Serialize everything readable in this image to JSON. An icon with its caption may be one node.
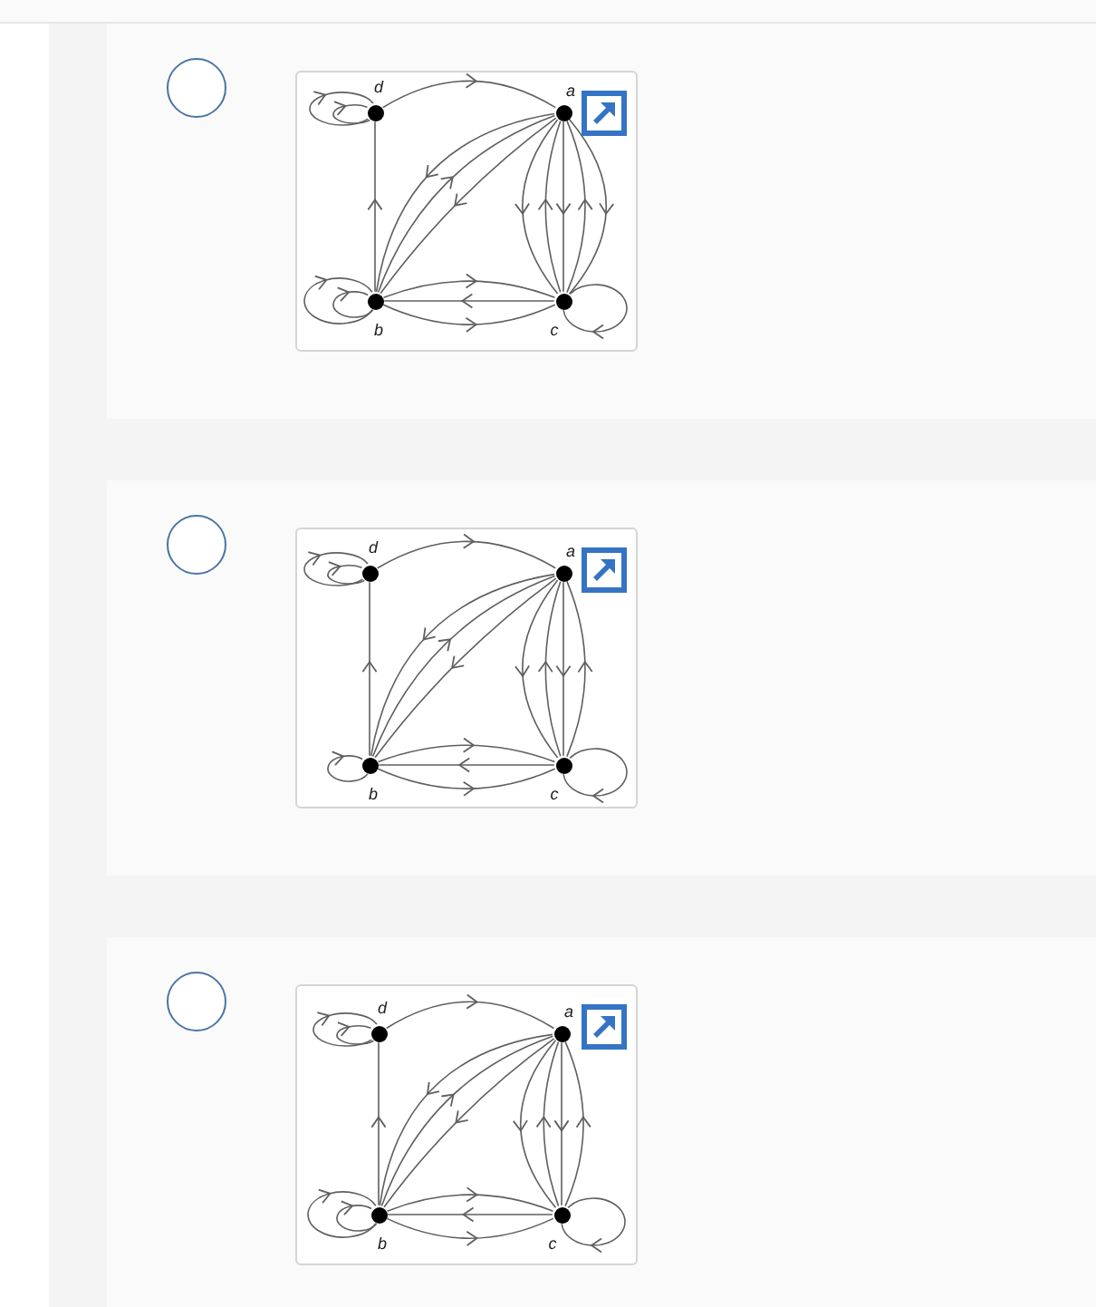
{
  "diagram": {
    "nodes": [
      {
        "text": [],
        "shape": "box"
      },
      {
        "text": [],
        "shape": "circle",
        "beside": [
          "d"
        ],
        "in": 0
      },
      {
        "text": [],
        "shape": "circle",
        "beside": [
          "a"
        ],
        "in": 0
      },
      {
        "text": [],
        "shape": "circle",
        "beside": [
          "b"
        ],
        "in": 0
      },
      {
        "text": [],
        "shape": "circle",
        "beside": [
          "c"
        ],
        "in": 0
      },
      {
        "text": [],
        "shape": "box"
      },
      {
        "text": [],
        "shape": "circle",
        "beside": [
          "d"
        ],
        "in": 5
      },
      {
        "text": [],
        "shape": "circle",
        "beside": [
          "a"
        ],
        "in": 5
      },
      {
        "text": [],
        "shape": "circle",
        "beside": [
          "b"
        ],
        "in": 5
      },
      {
        "text": [],
        "shape": "circle",
        "beside": [
          "c"
        ],
        "in": 5
      },
      {
        "text": [],
        "shape": "box"
      },
      {
        "text": [],
        "shape": "circle",
        "beside": [
          "d"
        ],
        "in": 10
      },
      {
        "text": [],
        "shape": "circle",
        "beside": [
          "a"
        ],
        "in": 10
      },
      {
        "text": [],
        "shape": "circle",
        "beside": [
          "b"
        ],
        "in": 10
      },
      {
        "text": [],
        "shape": "circle",
        "beside": [
          "c"
        ],
        "in": 10
      }
    ],
    "edges": [
      {
        "from": 1,
        "to": 1,
        "arrow": "to"
      },
      {
        "from": 1,
        "to": 1,
        "arrow": "to"
      },
      {
        "from": 1,
        "to": 2,
        "arrow": "to"
      },
      {
        "from": 2,
        "to": 3,
        "arrow": "to"
      },
      {
        "from": 3,
        "to": 2,
        "arrow": "to"
      },
      {
        "from": 2,
        "to": 3,
        "arrow": "to"
      },
      {
        "from": 2,
        "to": 4,
        "arrow": "to"
      },
      {
        "from": 4,
        "to": 2,
        "arrow": "to"
      },
      {
        "from": 2,
        "to": 4,
        "arrow": "to"
      },
      {
        "from": 4,
        "to": 2,
        "arrow": "to"
      },
      {
        "from": 2,
        "to": 4,
        "arrow": "to"
      },
      {
        "from": 3,
        "to": 1,
        "arrow": "to"
      },
      {
        "from": 3,
        "to": 3,
        "arrow": "to"
      },
      {
        "from": 3,
        "to": 3,
        "arrow": "to"
      },
      {
        "from": 3,
        "to": 4,
        "arrow": "to"
      },
      {
        "from": 4,
        "to": 3,
        "arrow": "to"
      },
      {
        "from": 3,
        "to": 4,
        "arrow": "to"
      },
      {
        "from": 4,
        "to": 4,
        "arrow": "to"
      },
      {
        "from": 6,
        "to": 6,
        "arrow": "to"
      },
      {
        "from": 6,
        "to": 6,
        "arrow": "to"
      },
      {
        "from": 6,
        "to": 7,
        "arrow": "to"
      },
      {
        "from": 7,
        "to": 8,
        "arrow": "to"
      },
      {
        "from": 8,
        "to": 7,
        "arrow": "to"
      },
      {
        "from": 7,
        "to": 8,
        "arrow": "to"
      },
      {
        "from": 7,
        "to": 9,
        "arrow": "to"
      },
      {
        "from": 9,
        "to": 7,
        "arrow": "to"
      },
      {
        "from": 7,
        "to": 9,
        "arrow": "to"
      },
      {
        "from": 9,
        "to": 7,
        "arrow": "to"
      },
      {
        "from": 8,
        "to": 6,
        "arrow": "to"
      },
      {
        "from": 8,
        "to": 8,
        "arrow": "to"
      },
      {
        "from": 8,
        "to": 9,
        "arrow": "to"
      },
      {
        "from": 9,
        "to": 8,
        "arrow": "to"
      },
      {
        "from": 8,
        "to": 9,
        "arrow": "to"
      },
      {
        "from": 9,
        "to": 9,
        "arrow": "to"
      },
      {
        "from": 11,
        "to": 11,
        "arrow": "to"
      },
      {
        "from": 11,
        "to": 11,
        "arrow": "to"
      },
      {
        "from": 11,
        "to": 12,
        "arrow": "to"
      },
      {
        "from": 12,
        "to": 13,
        "arrow": "to"
      },
      {
        "from": 13,
        "to": 12,
        "arrow": "to"
      },
      {
        "from": 12,
        "to": 13,
        "arrow": "to"
      },
      {
        "from": 12,
        "to": 14,
        "arrow": "to"
      },
      {
        "from": 14,
        "to": 12,
        "arrow": "to"
      },
      {
        "from": 12,
        "to": 14,
        "arrow": "to"
      },
      {
        "from": 14,
        "to": 12,
        "arrow": "to"
      },
      {
        "from": 13,
        "to": 11,
        "arrow": "to"
      },
      {
        "from": 13,
        "to": 13,
        "arrow": "to"
      },
      {
        "from": 13,
        "to": 13,
        "arrow": "to"
      },
      {
        "from": 13,
        "to": 14,
        "arrow": "to"
      },
      {
        "from": 14,
        "to": 13,
        "arrow": "to"
      },
      {
        "from": 13,
        "to": 14,
        "arrow": "to"
      },
      {
        "from": 14,
        "to": 14,
        "arrow": "to"
      }
    ]
  }
}
